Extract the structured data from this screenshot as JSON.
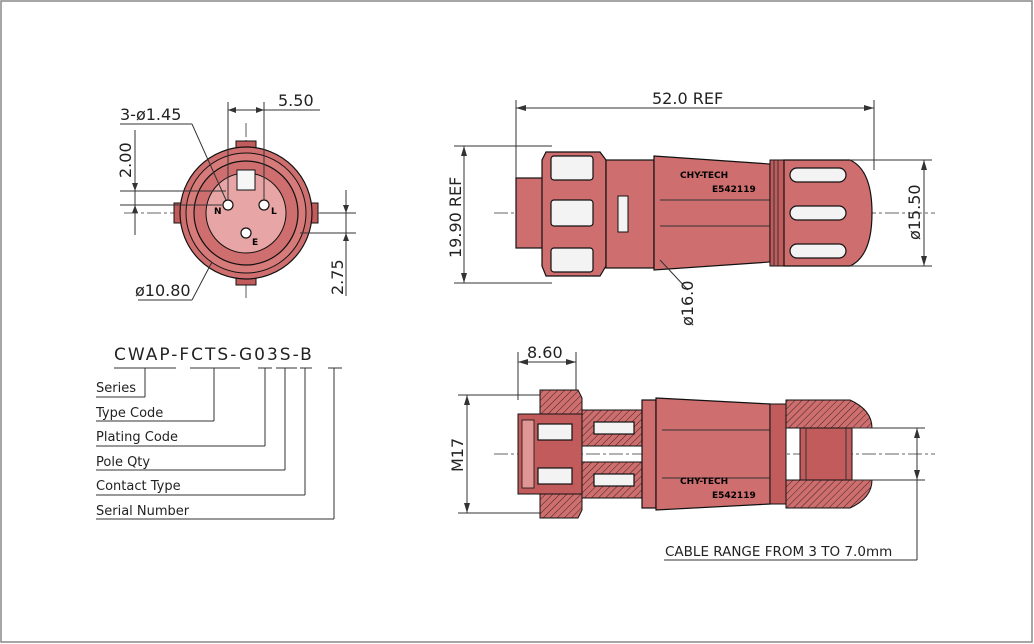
{
  "front_view": {
    "pin_hole_dim": "3-ø1.45",
    "pin_spacing_dim": "5.50",
    "pin_offset_dim": "2.00",
    "outer_diameter_dim": "ø10.80",
    "pin_drop_dim": "2.75",
    "pin_labels": [
      "N",
      "L",
      "E"
    ]
  },
  "side_view": {
    "length_dim": "52.0 REF",
    "height_dim": "19.90 REF",
    "body_diameter_dim": "ø16.0",
    "nut_diameter_dim": "ø15.50",
    "brand_text": "CHY-TECH",
    "cert_number": "E542119"
  },
  "section_view": {
    "flange_dim": "8.60",
    "thread_dim": "M17",
    "brand_text": "CHY-TECH",
    "cert_number": "E542119",
    "cable_range_note": "CABLE RANGE FROM 3 TO 7.0mm"
  },
  "part_code": {
    "segments": [
      "CWAP",
      "FCTS",
      "G",
      "03",
      "S",
      "B"
    ],
    "separator": "-",
    "full": "CWAP-FCTS-G03S-B"
  },
  "legend": {
    "items": [
      "Series",
      "Type Code",
      "Plating Code",
      "Pole Qty",
      "Contact Type",
      "Serial Number"
    ]
  },
  "colors": {
    "part_fill": "#cf6e6e",
    "line": "#333333",
    "frame": "#888888"
  }
}
